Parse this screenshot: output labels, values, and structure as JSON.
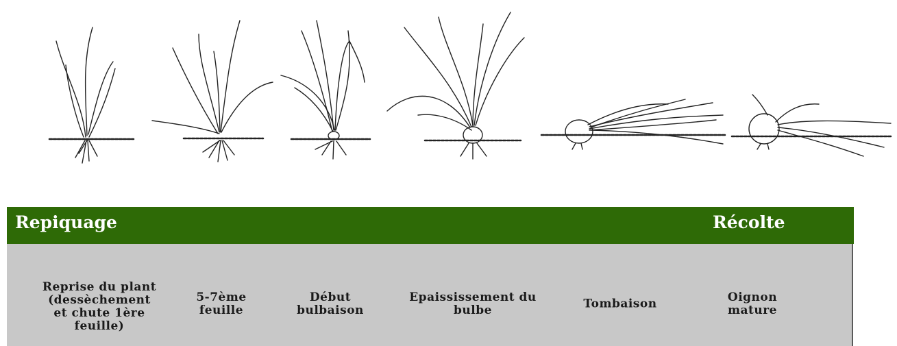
{
  "timeline": {
    "start_label": "Repiquage",
    "end_label": "Récolte",
    "bar_color": "#2e6a06",
    "panel_color": "#c8c8c8"
  },
  "stages": [
    {
      "label": "Reprise du plant (dessèchement et chute 1ère feuille)"
    },
    {
      "label": "5-7ème feuille"
    },
    {
      "label": "Début bulbaison"
    },
    {
      "label": "Epaississement du bulbe"
    },
    {
      "label": "Tombaison"
    },
    {
      "label": "Oignon mature"
    }
  ]
}
